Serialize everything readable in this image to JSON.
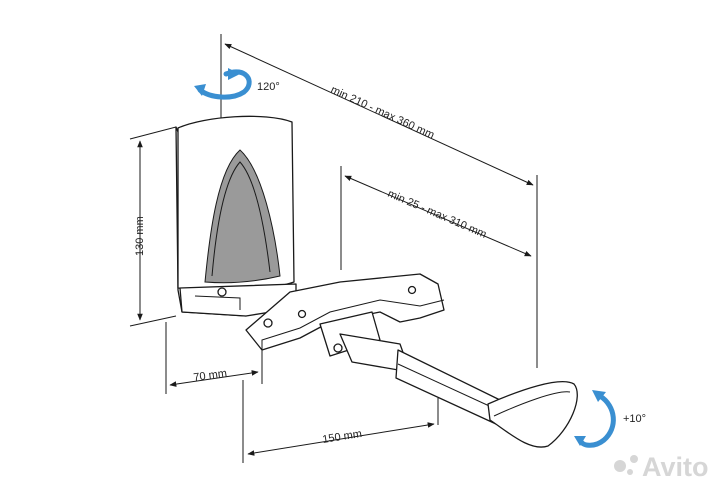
{
  "labels": {
    "rotation_top": "120°",
    "rotation_bottom": "+10°",
    "total_length": "min 210 - max 360 mm",
    "arm_length": "min 25 - max 310 mm",
    "height": "130 mm",
    "base_depth": "70 mm",
    "handle_length": "150 mm"
  },
  "watermark": "Avito",
  "colors": {
    "rotation_arrow": "#3a8fd1",
    "lines": "#1a1a1a",
    "background": "#ffffff"
  }
}
